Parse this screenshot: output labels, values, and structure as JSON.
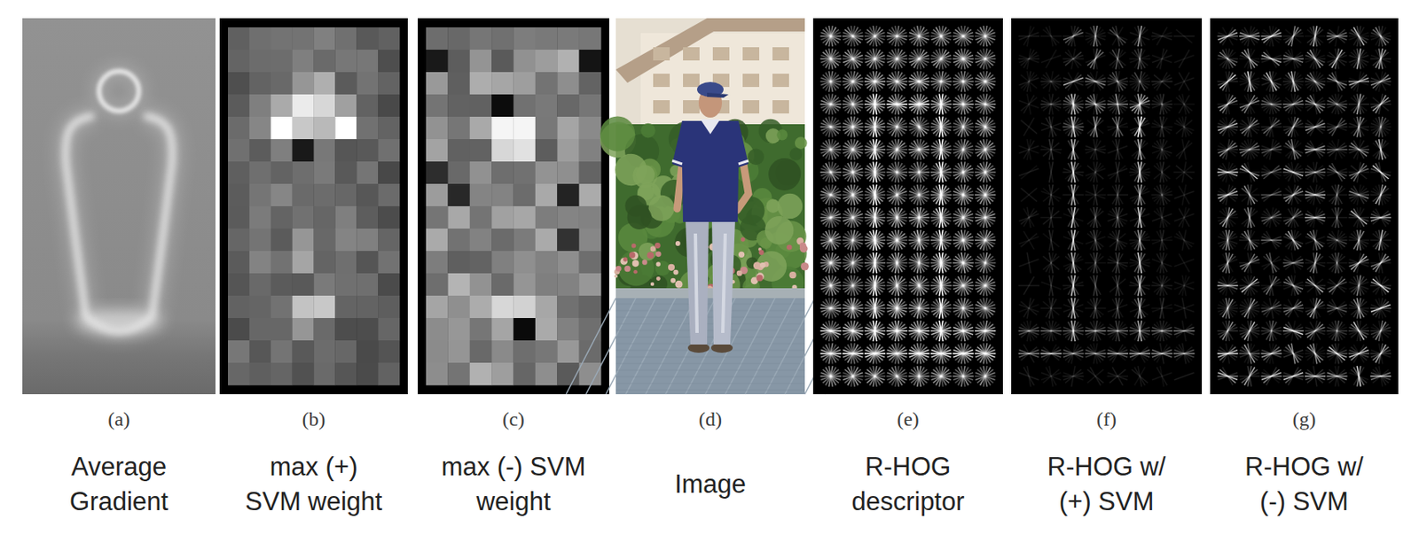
{
  "diagram": {
    "labels": [
      "(a)",
      "Average Gradient",
      "(b)",
      "max (+) SVM weight",
      "(c)",
      "max (-) SVM weight",
      "(d)",
      "Image",
      "(e)",
      "R-HOG descriptor",
      "(f)",
      "R-HOG w/ (+) SVM",
      "(g)",
      "R-HOG w/ (-) SVM"
    ]
  }
}
